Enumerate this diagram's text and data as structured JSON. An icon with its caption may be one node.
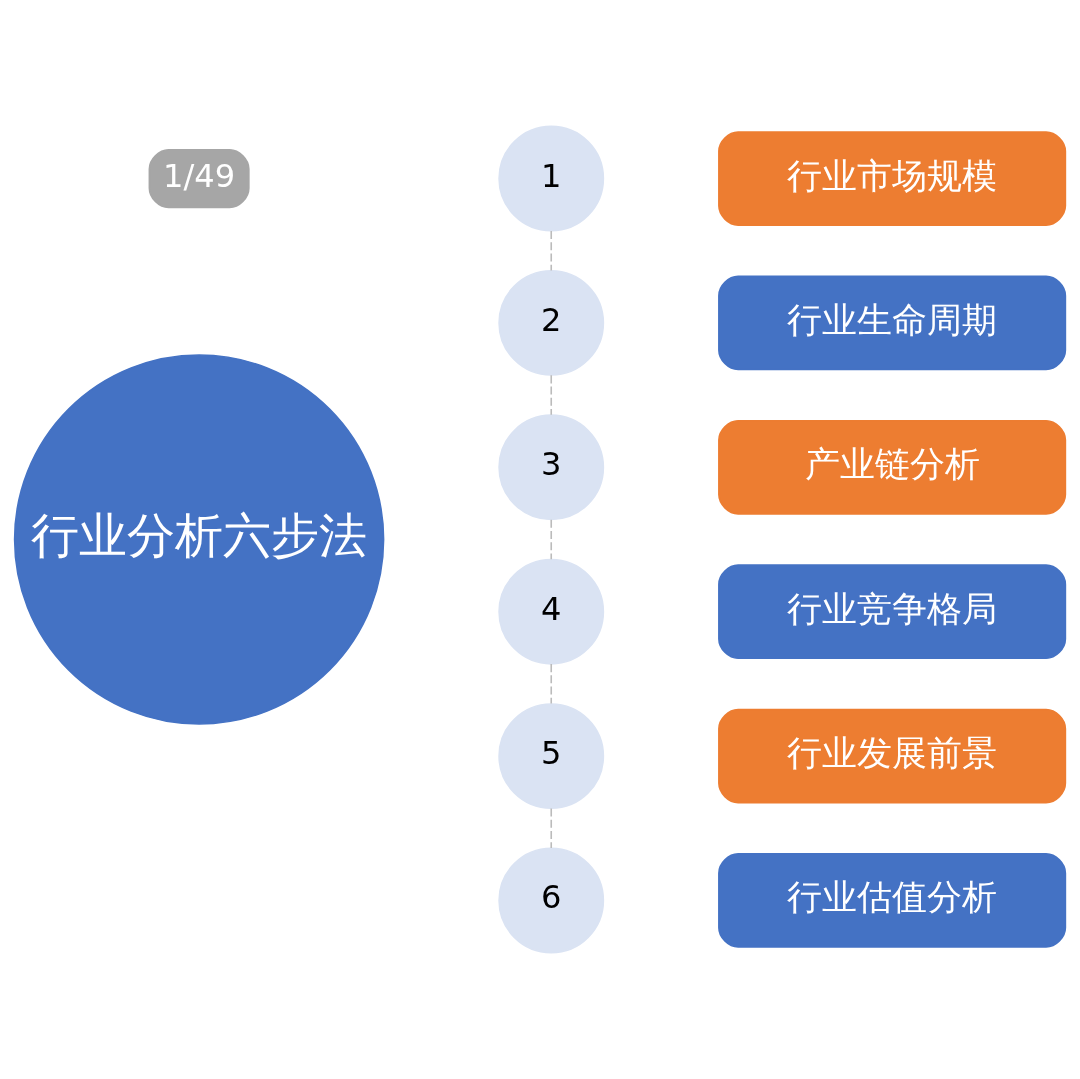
{
  "diagram": {
    "nodes": [
      {
        "text": [
          "行业分析六步法"
        ]
      },
      {
        "text": [
          "1"
        ]
      },
      {
        "text": [
          "2"
        ]
      },
      {
        "text": [
          "3"
        ]
      },
      {
        "text": [
          "4"
        ]
      },
      {
        "text": [
          "5"
        ]
      },
      {
        "text": [
          "6"
        ]
      },
      {
        "text": [
          "行业市场规模"
        ]
      },
      {
        "text": [
          "行业生命周期"
        ]
      },
      {
        "text": [
          "产业链分析"
        ]
      },
      {
        "text": [
          "行业竞争格局"
        ]
      },
      {
        "text": [
          "行业发展前景"
        ]
      },
      {
        "text": [
          "行业估值分析"
        ]
      }
    ],
    "edges": [
      {
        "from": 1,
        "to": 2,
        "arrow": "none",
        "style": "dashed"
      },
      {
        "from": 2,
        "to": 3,
        "arrow": "none",
        "style": "dashed"
      },
      {
        "from": 3,
        "to": 4,
        "arrow": "none",
        "style": "dashed"
      },
      {
        "from": 4,
        "to": 5,
        "arrow": "none",
        "style": "dashed"
      },
      {
        "from": 5,
        "to": 6,
        "arrow": "none",
        "style": "dashed"
      }
    ],
    "labels": [
      "1/49"
    ]
  }
}
